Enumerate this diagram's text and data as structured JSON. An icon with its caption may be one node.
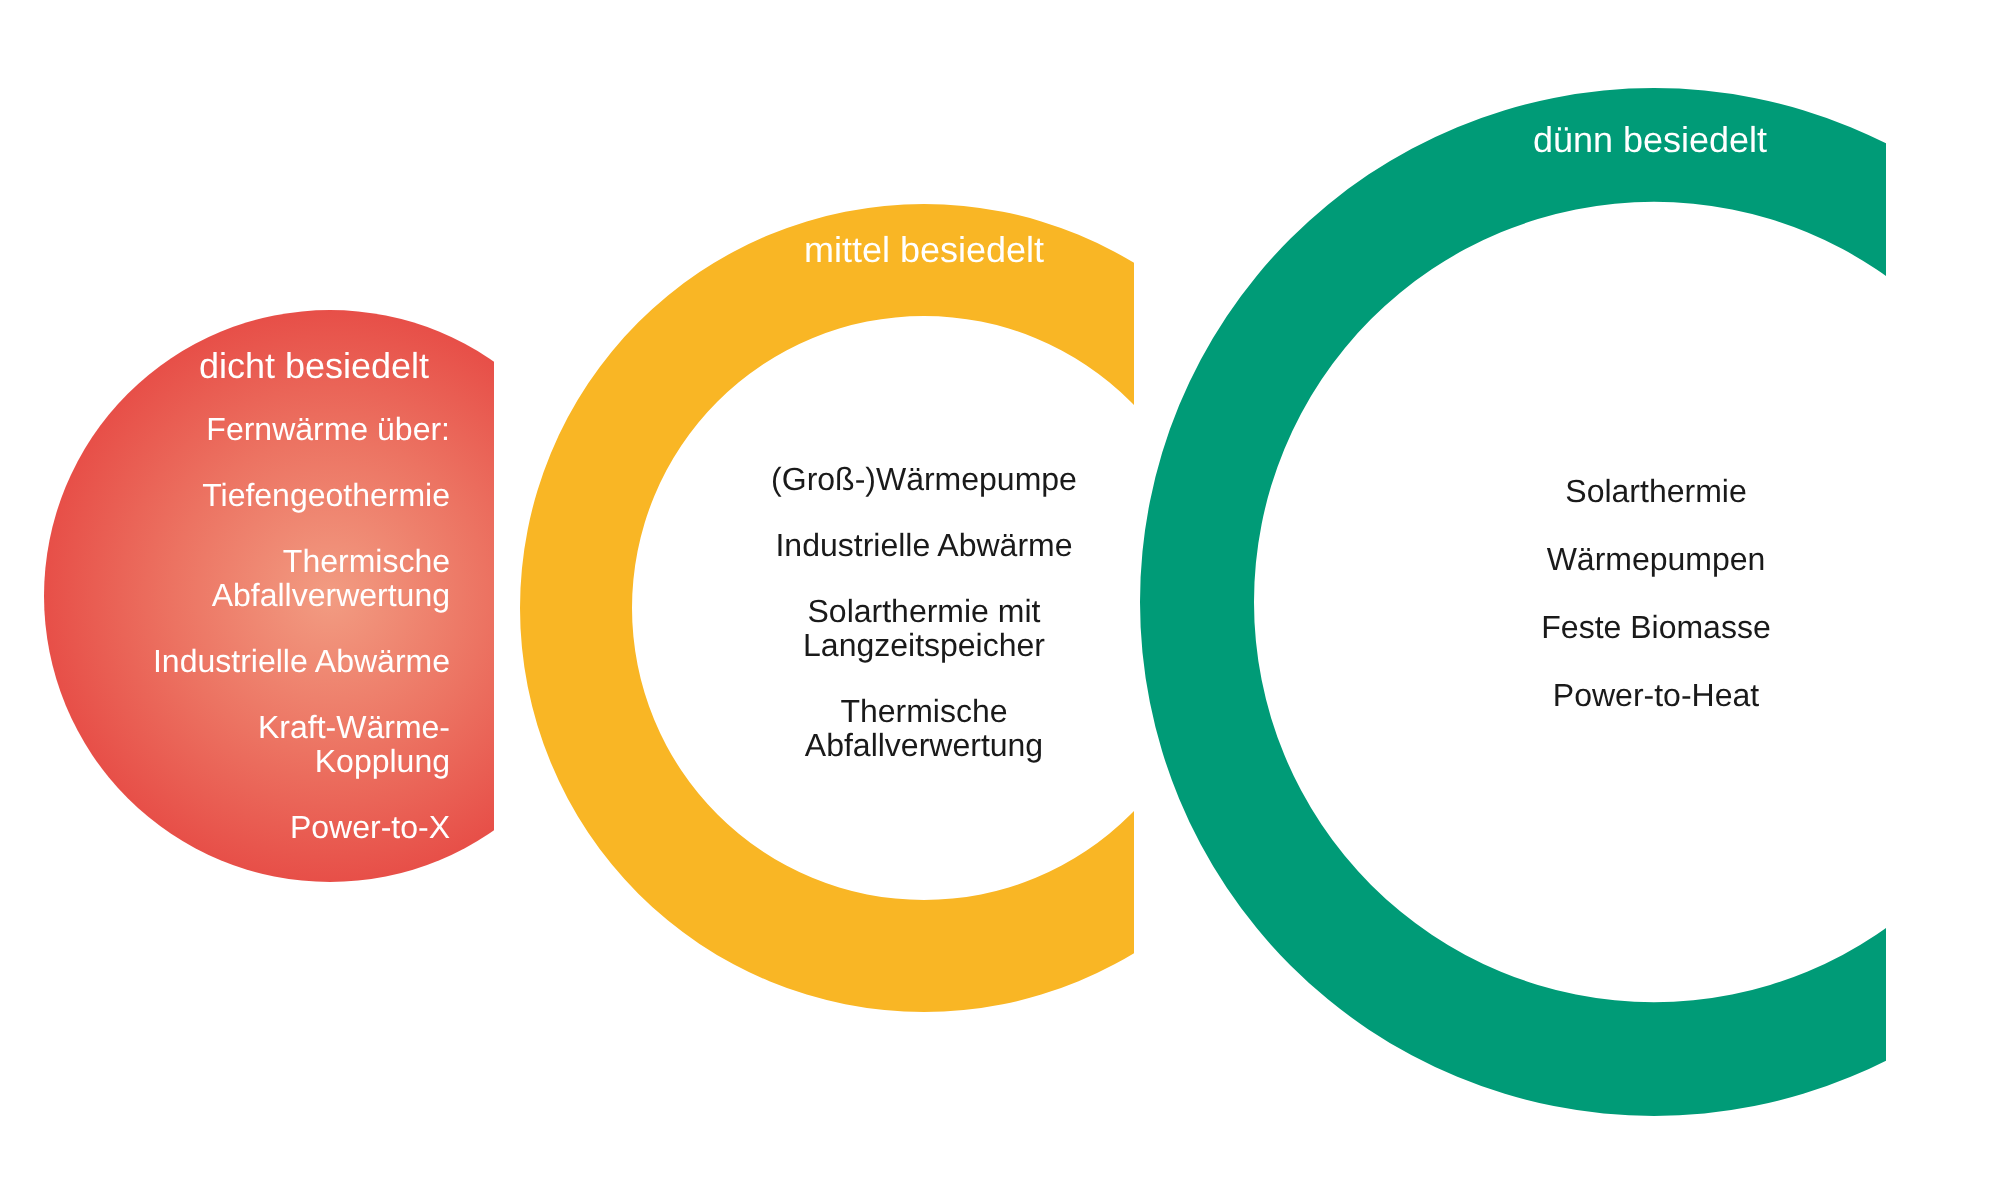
{
  "diagram": {
    "nodes": [
      {
        "text": [
          "dicht besiedelt",
          "Fernwärme über:",
          "Tiefengeothermie",
          "Thermische Abfallverwertung",
          "Industrielle Abwärme",
          "Kraft-Wärme-Kopplung",
          "Power-to-X"
        ]
      },
      {
        "text": [
          "mittel besiedelt",
          "(Groß-)Wärmepumpe",
          "Industrielle Abwärme",
          "Solarthermie mit Langzeitspeicher",
          "Thermische Abfallverwertung"
        ]
      },
      {
        "text": [
          "dünn besiedelt",
          "Solarthermie",
          "Wärmepumpen",
          "Feste Biomasse",
          "Power-to-Heat"
        ]
      }
    ]
  }
}
